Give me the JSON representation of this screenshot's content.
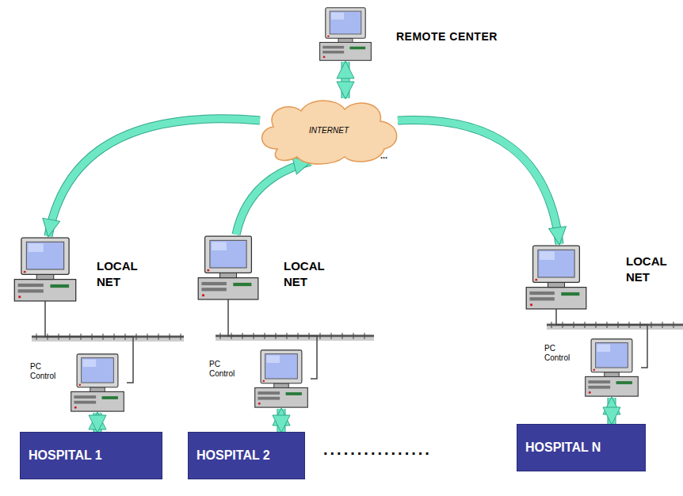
{
  "diagram": {
    "nodes": [
      {
        "text": [
          "REMOTE CENTER"
        ]
      },
      {
        "text": [
          "INTERNET"
        ]
      },
      {
        "text": [
          "LOCAL NET"
        ]
      },
      {
        "text": [
          "LOCAL NET"
        ]
      },
      {
        "text": [
          "LOCAL NET"
        ]
      },
      {
        "text": [
          "PC Control"
        ]
      },
      {
        "text": [
          "PC Control"
        ]
      },
      {
        "text": [
          "PC Control"
        ]
      },
      {
        "text": [
          "HOSPITAL 1"
        ]
      },
      {
        "text": [
          "HOSPITAL 2"
        ]
      },
      {
        "text": [
          "HOSPITAL N"
        ]
      }
    ],
    "edges": [
      {
        "from": 0,
        "to": 1,
        "arrow": "both"
      },
      {
        "from": 1,
        "to": 2,
        "arrow": "to"
      },
      {
        "from": 3,
        "to": 1,
        "arrow": "to"
      },
      {
        "from": 1,
        "to": 4,
        "arrow": "to"
      },
      {
        "from": 2,
        "to": 5,
        "arrow": "none"
      },
      {
        "from": 3,
        "to": 6,
        "arrow": "none"
      },
      {
        "from": 4,
        "to": 7,
        "arrow": "none"
      },
      {
        "from": 5,
        "to": 8,
        "arrow": "both"
      },
      {
        "from": 6,
        "to": 9,
        "arrow": "both"
      },
      {
        "from": 7,
        "to": 10,
        "arrow": "both"
      }
    ],
    "labels": [
      "...",
      "................"
    ]
  }
}
